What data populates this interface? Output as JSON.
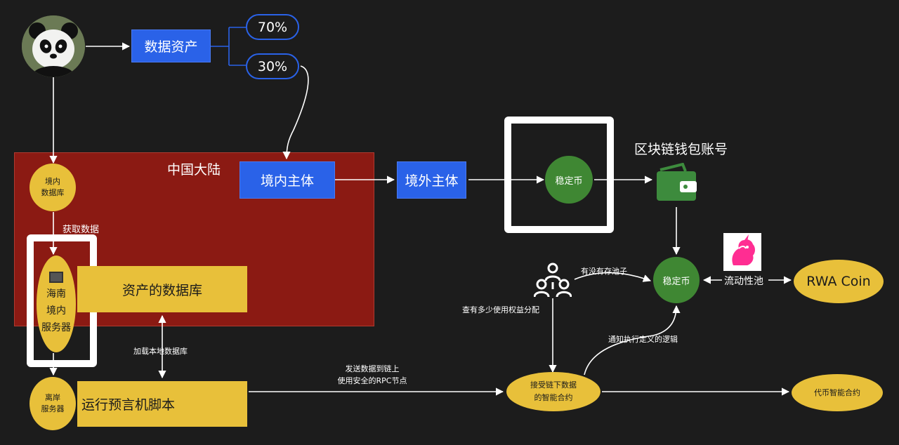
{
  "top": {
    "data_asset": "数据资产",
    "pct_70": "70%",
    "pct_30": "30%"
  },
  "region": {
    "title": "中国大陆",
    "domestic_entity": "境内主体",
    "domestic_db": "境内\n数据库",
    "fetch_data": "获取数据",
    "hainan_server": "海南\n境内\n服务器",
    "asset_db": "资产的数据库"
  },
  "middle": {
    "overseas_entity": "境外主体",
    "stablecoin_main": "稳定币",
    "wallet_label": "区块链钱包账号"
  },
  "lower": {
    "load_local_db": "加载本地数据库",
    "offshore_server": "离岸\n服务器",
    "oracle_script": "运行预言机脚本",
    "send_data": "发送数据到链上\n使用安全的RPC节点",
    "smart_contract": "接受链下数据\n的智能合约",
    "token_contract": "代币智能合约",
    "check_rights": "查有多少使用权益分配",
    "has_pool": "有没有存池子",
    "notify_logic": "通知执行定义的逻辑",
    "stablecoin_right": "稳定币",
    "liquidity_pool": "流动性池",
    "rwa_coin": "RWA Coin"
  },
  "colors": {
    "background": "#1c1c1c",
    "region_red": "#8b1a13",
    "blue": "#2a62e8",
    "yellow": "#e8c03a",
    "green": "#3f8733",
    "wallet_green": "#3d8b3d",
    "unicorn_pink": "#ff2d92"
  },
  "icons": [
    "panda-avatar",
    "wallet-icon",
    "people-network-icon",
    "unicorn-logo",
    "server-icon"
  ]
}
